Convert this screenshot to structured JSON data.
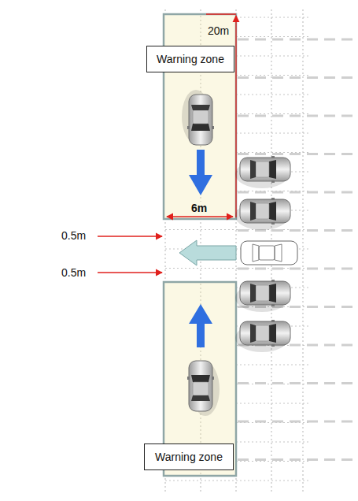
{
  "diagram": {
    "nodes": [
      {
        "text": [
          "Warning zone"
        ]
      },
      {
        "text": [
          "Warning zone"
        ]
      }
    ],
    "labels": [
      "20m",
      "6m",
      "0.5m",
      "0.5m"
    ]
  }
}
